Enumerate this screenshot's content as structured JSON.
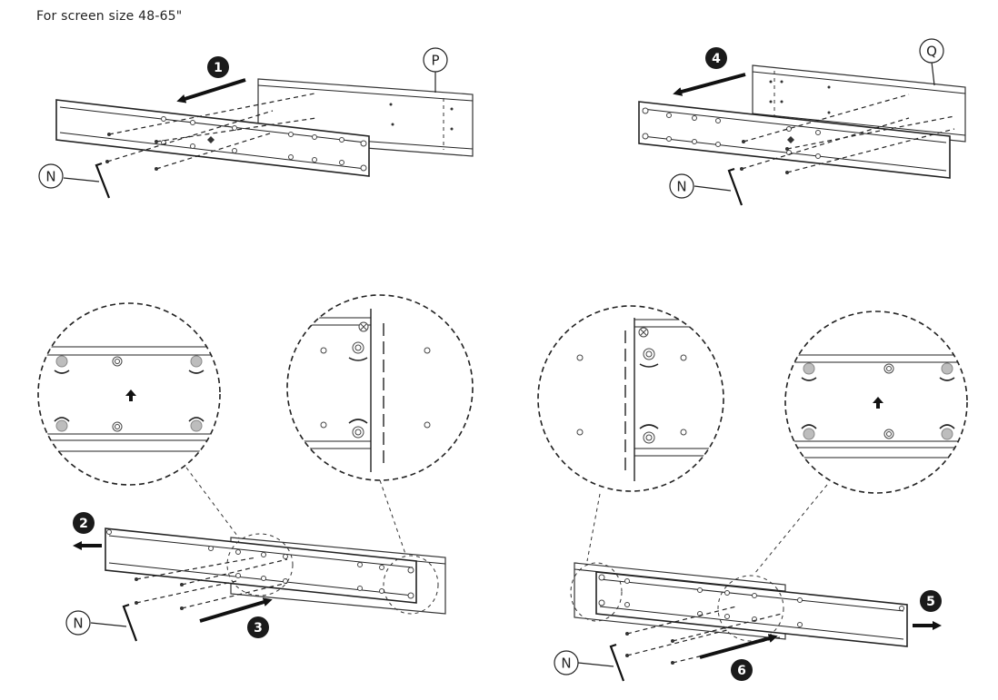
{
  "header": {
    "title": "For screen size 48-65\""
  },
  "part_labels": {
    "n": "N",
    "p": "P",
    "q": "Q"
  },
  "steps": [
    "1",
    "2",
    "3",
    "4",
    "5",
    "6"
  ]
}
